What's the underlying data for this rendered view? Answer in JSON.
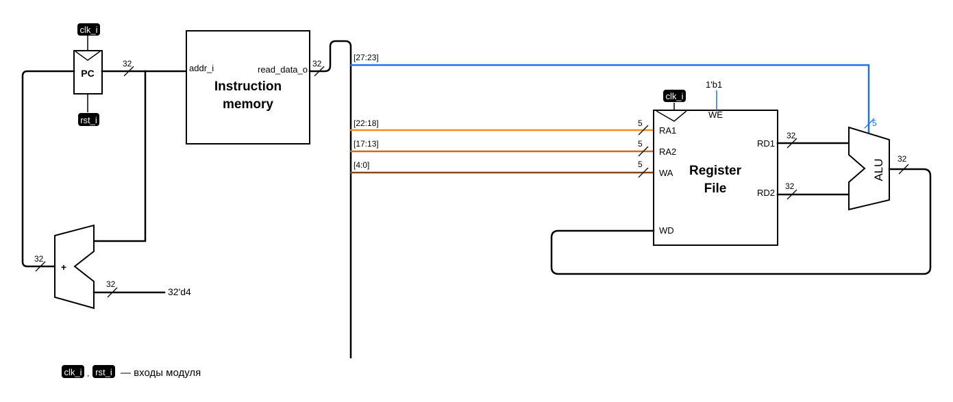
{
  "colors": {
    "wire": "#000000",
    "field_27_23": "#1a73e8",
    "field_22_18": "#f28c1f",
    "field_17_13": "#c96b1a",
    "field_4_0": "#8b4513",
    "signal_pill_bg": "#000000",
    "signal_pill_text": "#ffffff"
  },
  "pc": {
    "label": "PC",
    "clk": "clk_i",
    "rst": "rst_i",
    "out_width": "32"
  },
  "instr_mem": {
    "title_line1": "Instruction",
    "title_line2": "memory",
    "addr_port": "addr_i",
    "data_port": "read_data_o",
    "data_width": "32"
  },
  "fields": {
    "f_27_23": "[27:23]",
    "f_22_18": "[22:18]",
    "f_17_13": "[17:13]",
    "f_4_0": "[4:0]"
  },
  "adder": {
    "op": "+",
    "in_width": "32",
    "const_width": "32",
    "const": "32'd4"
  },
  "regfile": {
    "title_line1": "Register",
    "title_line2": "File",
    "clk": "clk_i",
    "we_value": "1'b1",
    "we_port": "WE",
    "ra1": "RA1",
    "ra2": "RA2",
    "wa": "WA",
    "wd": "WD",
    "rd1": "RD1",
    "rd2": "RD2",
    "ra1_width": "5",
    "ra2_width": "5",
    "wa_width": "5",
    "rd1_width": "32",
    "rd2_width": "32"
  },
  "alu": {
    "label": "ALU",
    "op_width": "5",
    "out_width": "32"
  },
  "legend": {
    "clk": "clk_i",
    "sep": ",",
    "rst": "rst_i",
    "text": "— входы модуля"
  }
}
